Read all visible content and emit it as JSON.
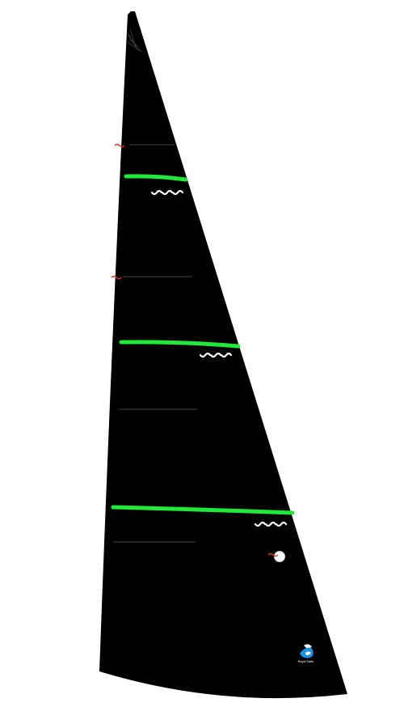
{
  "background_color": "#ffffff",
  "sail": {
    "cloth_color": "#000000",
    "draft_stripe_color": "#22e83a",
    "batten_color": "#2e2e2e",
    "telltale_color": "#d63a2a",
    "window_color": "#ffffff",
    "draft_stripe_count": 3,
    "batten_count": 4,
    "leech_telltale_group_count": 3
  },
  "brand": {
    "logo_icon": "sailmaker-logo-icon",
    "primary_color": "#1f8fe0",
    "label": "Boyd Sails"
  }
}
